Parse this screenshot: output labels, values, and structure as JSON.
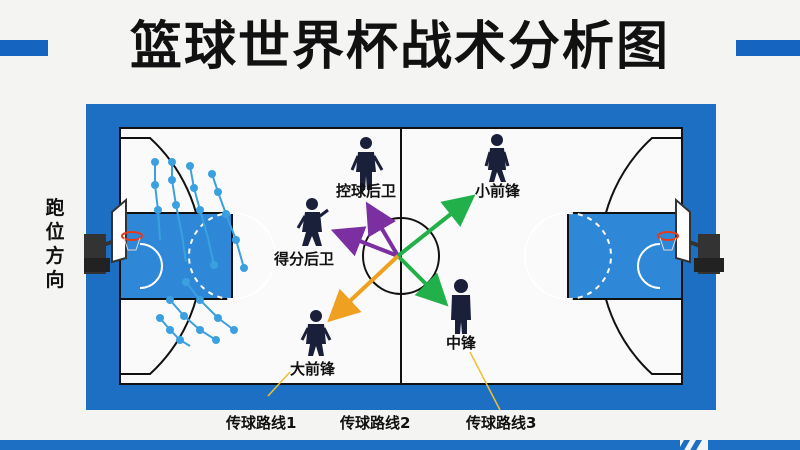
{
  "title": "篮球世界杯战术分析图",
  "side_label": "跑位方向",
  "players": [
    {
      "id": "pg",
      "label": "控球后卫"
    },
    {
      "id": "sg",
      "label": "得分后卫"
    },
    {
      "id": "sf",
      "label": "小前锋"
    },
    {
      "id": "pf",
      "label": "大前锋"
    },
    {
      "id": "c",
      "label": "中锋"
    }
  ],
  "routes": [
    {
      "label": "传球路线1"
    },
    {
      "label": "传球路线2"
    },
    {
      "label": "传球路线3"
    }
  ],
  "colors": {
    "court_blue": "#1d6fc4",
    "paint_blue": "#2f87d8",
    "floor": "#fafafa",
    "run_path": "#3aa0e0",
    "arrow_purple": "#7b2fa0",
    "arrow_green": "#22b04a",
    "arrow_orange": "#f0a020",
    "title_bar": "#1565c0"
  }
}
